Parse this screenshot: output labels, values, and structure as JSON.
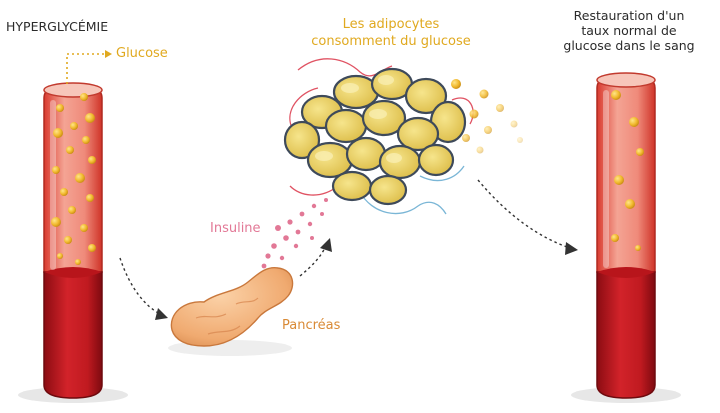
{
  "labels": {
    "title": "HYPERGLYCÉMIE",
    "glucose": "Glucose",
    "adipocytes_line1": "Les adipocytes",
    "adipocytes_line2": "consomment du glucose",
    "insuline": "Insuline",
    "pancreas": "Pancréas",
    "restoration_line1": "Restauration d'un",
    "restoration_line2": "taux normal de",
    "restoration_line3": "glucose dans le sang"
  },
  "colors": {
    "blood_red": "#c8141e",
    "blood_dark": "#8c0c12",
    "tube_light": "#f6b0a3",
    "glucose_gold": "#f1b92e",
    "insulin_pink": "#e27896",
    "pancreas_orange": "#f0aa70",
    "adipocyte_yellow": "#e3c84a",
    "adipocyte_border": "#3e4a5a",
    "vessel_red": "#e05363",
    "vessel_blue": "#7ab6d6",
    "arrow_dark": "#333333"
  },
  "icons": {
    "left_tube": "blood-tube-icon",
    "right_tube": "blood-tube-icon",
    "pancreas": "pancreas-icon",
    "fat_cells": "adipocyte-cluster-icon"
  }
}
